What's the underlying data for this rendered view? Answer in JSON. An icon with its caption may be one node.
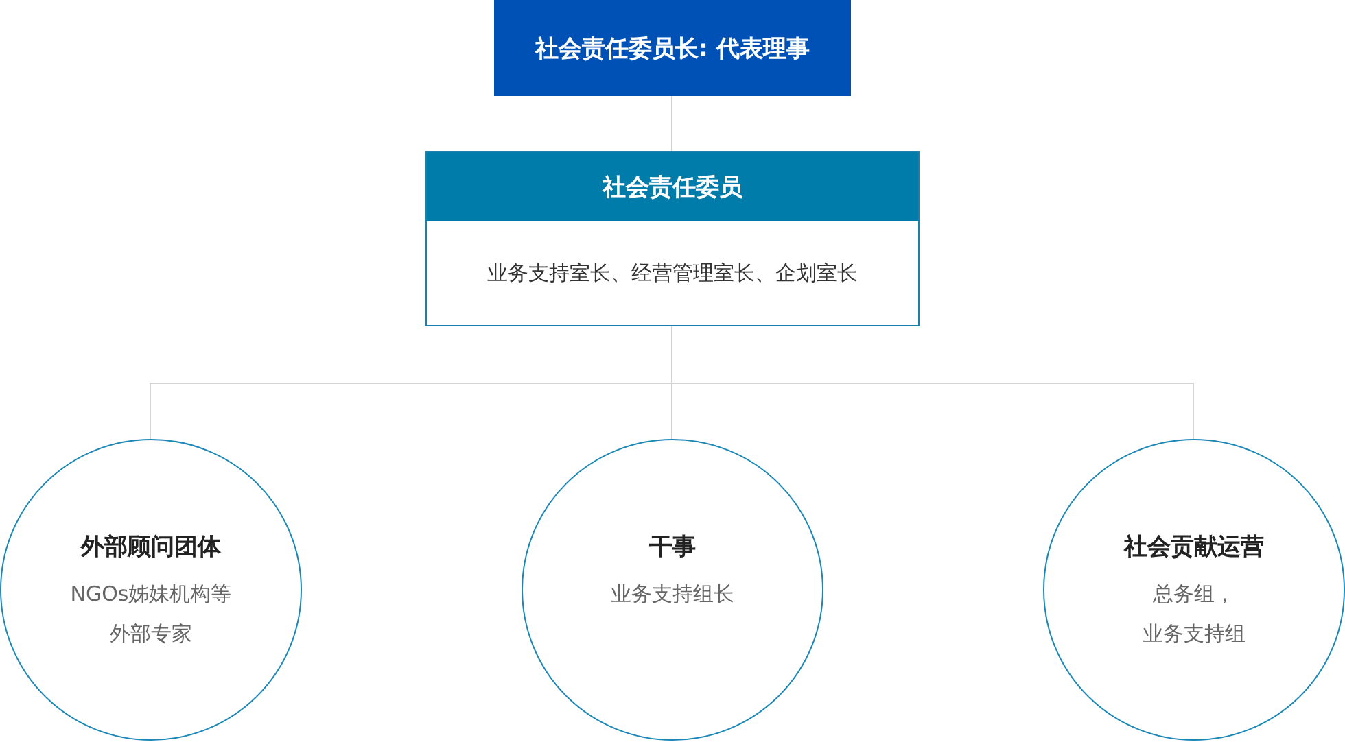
{
  "diagram": {
    "nodes": [
      {
        "text": [
          "社会责任委员长: 代表理事"
        ]
      },
      {
        "text": [
          "社会责任委员",
          "业务支持室长、经营管理室长、企划室长"
        ]
      },
      {
        "text": [
          "外部顾问团体",
          "NGOs姊妹机构等外部专家"
        ]
      },
      {
        "text": [
          "干事",
          "业务支持组长"
        ]
      },
      {
        "text": [
          "社会贡献运营",
          "总务组，业务支持组"
        ]
      }
    ],
    "edges": [
      {
        "from": 0,
        "to": 1,
        "arrow": "none"
      },
      {
        "from": 1,
        "to": 2,
        "arrow": "none"
      },
      {
        "from": 1,
        "to": 3,
        "arrow": "none"
      },
      {
        "from": 1,
        "to": 4,
        "arrow": "none"
      }
    ]
  }
}
